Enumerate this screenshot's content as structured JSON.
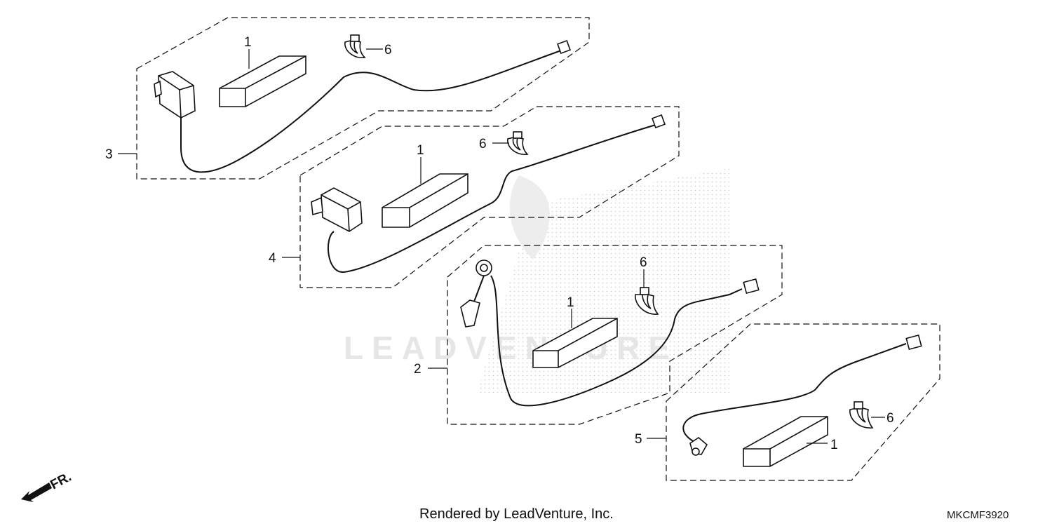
{
  "diagram": {
    "callouts": {
      "group3": "3",
      "group4": "4",
      "group2": "2",
      "group5": "5",
      "pad_g3": "1",
      "clip_g3": "6",
      "pad_g4": "1",
      "clip_g4": "6",
      "pad_g2": "1",
      "clip_g2": "6",
      "pad_g5": "1",
      "clip_g5": "6"
    },
    "direction_label": "FR.",
    "watermark_text": "LEADVENTURE",
    "footer_text": "Rendered by LeadVenture, Inc.",
    "diagram_code": "MKCMF3920"
  }
}
